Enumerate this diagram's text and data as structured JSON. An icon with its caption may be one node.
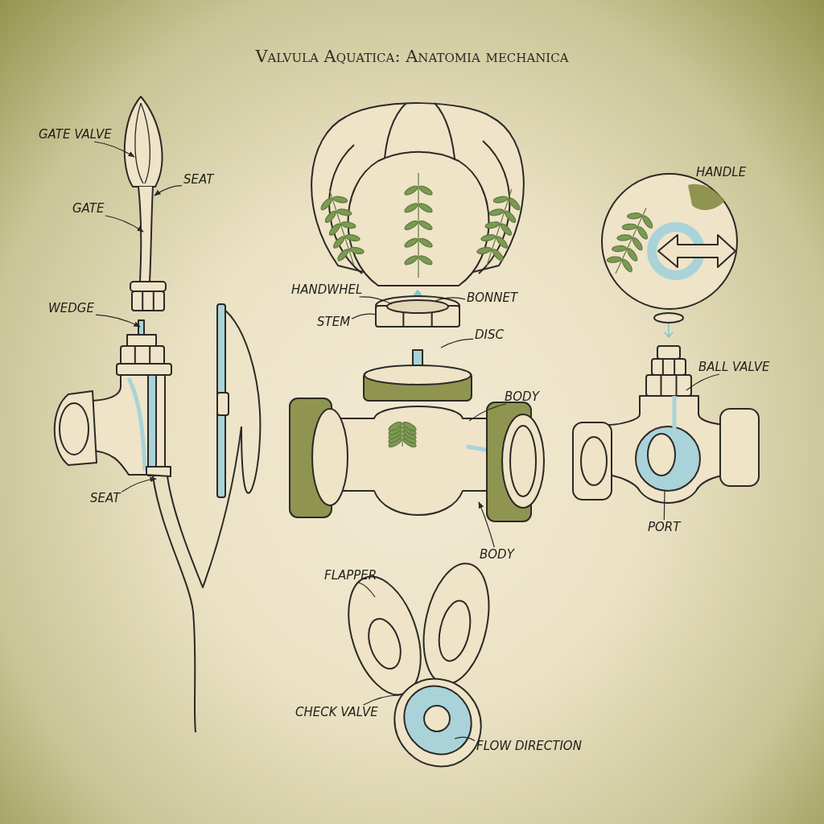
{
  "diagram": {
    "title": "Valvula Aquatica: Anatomia mechanica",
    "nodes": [
      {
        "text": [
          "GATE VALVE"
        ]
      },
      {
        "text": [
          "SEAT"
        ]
      },
      {
        "text": [
          "GATE"
        ]
      },
      {
        "text": [
          "WEDGE"
        ]
      },
      {
        "text": [
          "SEAT"
        ]
      },
      {
        "text": [
          "HANDWHEL"
        ]
      },
      {
        "text": [
          "BONNET"
        ]
      },
      {
        "text": [
          "STEM"
        ]
      },
      {
        "text": [
          "DISC"
        ]
      },
      {
        "text": [
          "BODY"
        ]
      },
      {
        "text": [
          "BODY"
        ]
      },
      {
        "text": [
          "BALL VALVE"
        ]
      },
      {
        "text": [
          "PORT"
        ]
      },
      {
        "text": [
          "FLAPPER"
        ]
      },
      {
        "text": [
          "CHECK VALVE"
        ]
      },
      {
        "text": [
          "FLOW DIRECTION"
        ]
      },
      {
        "text": [],
        "shape": "circle"
      }
    ],
    "edges": [
      {
        "from": 0,
        "to": null,
        "arrow": "to"
      },
      {
        "from": 1,
        "to": null,
        "arrow": "to"
      },
      {
        "from": 2,
        "to": null,
        "arrow": "to"
      },
      {
        "from": 3,
        "to": null,
        "arrow": "to"
      },
      {
        "from": 4,
        "to": null,
        "arrow": "to"
      },
      {
        "from": 5,
        "to": null,
        "arrow": "none"
      },
      {
        "from": 6,
        "to": null,
        "arrow": "none"
      },
      {
        "from": 7,
        "to": null,
        "arrow": "none"
      },
      {
        "from": 8,
        "to": null,
        "arrow": "none"
      },
      {
        "from": 9,
        "to": null,
        "arrow": "none"
      },
      {
        "from": 10,
        "to": null,
        "arrow": "to"
      },
      {
        "from": 11,
        "to": null,
        "arrow": "none"
      },
      {
        "from": 12,
        "to": 16,
        "arrow": "none"
      },
      {
        "from": 13,
        "to": null,
        "arrow": "none"
      },
      {
        "from": 14,
        "to": null,
        "arrow": "none"
      },
      {
        "from": 15,
        "to": null,
        "arrow": "none"
      }
    ],
    "labels": [
      "HANDLE"
    ]
  }
}
